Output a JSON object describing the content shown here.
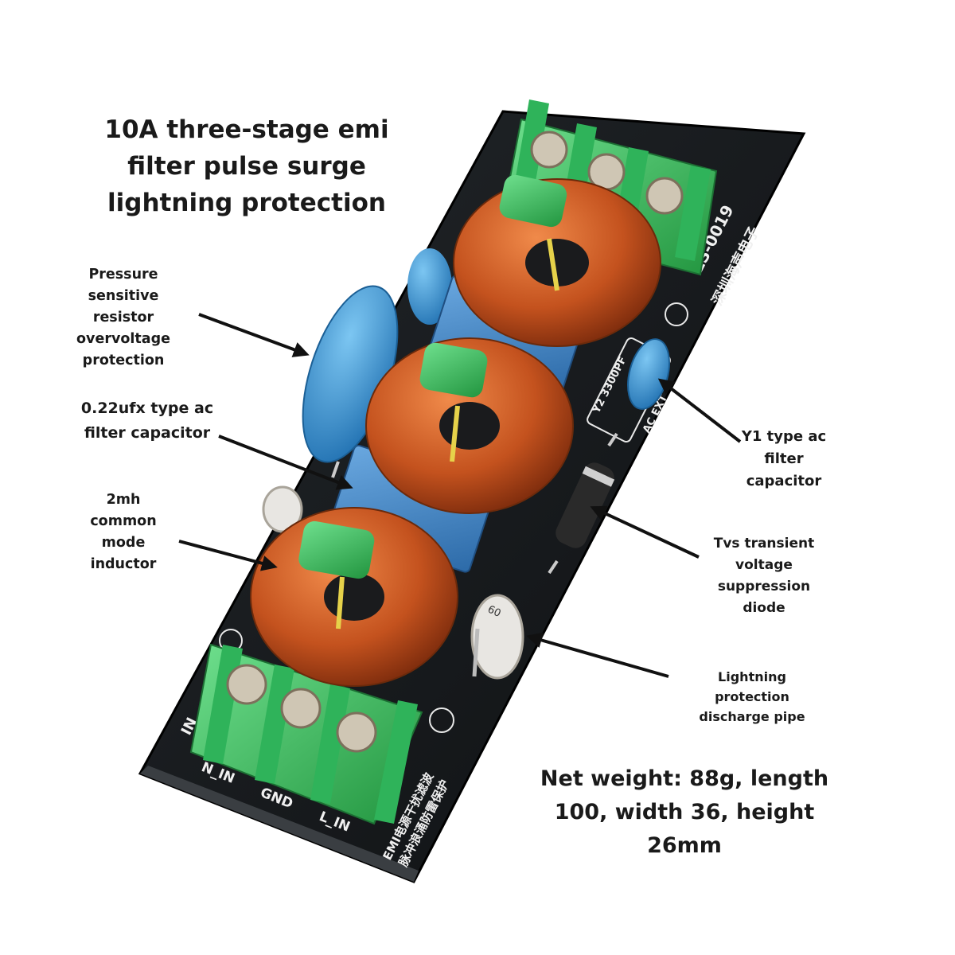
{
  "title": "10A three-stage emi\nfilter pulse surge\nlightning protection",
  "callouts": {
    "varistor": "Pressure\nsensitive\nresistor\novervoltage\nprotection",
    "x_capacitor": "0.22ufx type ac\nfilter capacitor",
    "inductor": "2mh\ncommon\nmode\ninductor",
    "y1_capacitor": "Y1 type ac\nfilter\ncapacitor",
    "tvs_diode": "Tvs transient\nvoltage\nsuppression\ndiode",
    "discharge_tube": "Lightning\nprotection\ndischarge pipe"
  },
  "specs": "Net weight: 88g, length\n100, width 36, height\n26mm",
  "board_silkscreen": {
    "model": "ZS-0019",
    "brand": "深圳海声电子",
    "y2_cap": "Y2 3300PF",
    "ac_ext": "AC EXT",
    "in": "IN",
    "n_in": "N_IN",
    "gnd": "GND",
    "l_in": "L_IN",
    "bottom_line1": "EMI电源干扰滤波",
    "bottom_line2": "脉冲浪涌防雷保护",
    "gdt_marking": "60"
  },
  "colors": {
    "pcb": "#17191b",
    "terminal": "#3fbf6a",
    "copper": "#c4521e",
    "core_band": "#2fa64a",
    "capacitor_blue": "#3c86c4",
    "varistor_blue": "#2f8fd0",
    "text": "#1a1a1a"
  }
}
